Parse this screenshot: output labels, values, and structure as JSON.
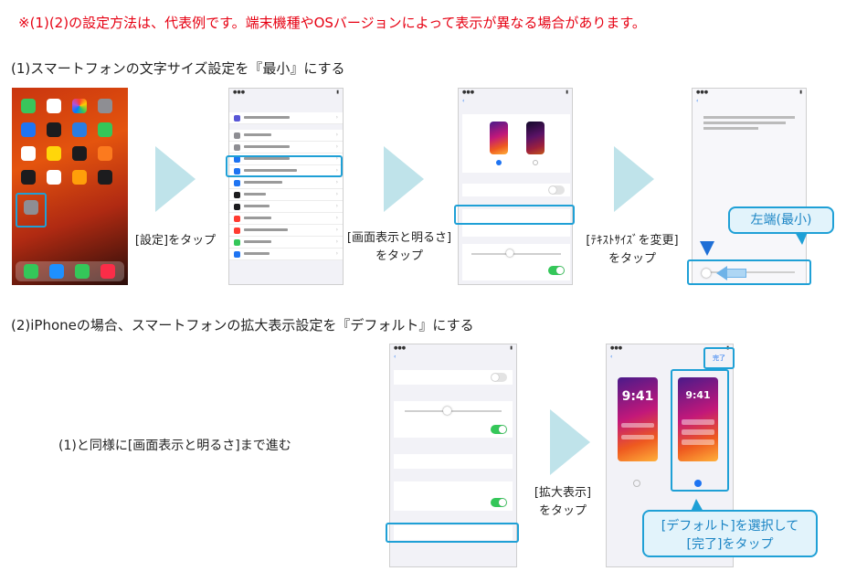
{
  "notice": "※(1)(2)の設定方法は、代表例です。端末機種やOSバージョンによって表示が異なる場合があります。",
  "section1": {
    "heading": "(1)スマートフォンの文字サイズ設定を『最小』にする",
    "step1_label": "[設定]をタップ",
    "step2_label_line1": "[画面表示と明るさ]",
    "step2_label_line2": "をタップ",
    "step3_label_line1": "[ﾃｷｽﾄｻｲｽﾞを変更]",
    "step3_label_line2": "をタップ",
    "callout": "左端(最小)"
  },
  "section2": {
    "heading": "(2)iPhoneの場合、スマートフォンの拡大表示設定を『デフォルト』にする",
    "intro": "(1)と同様に[画面表示と明るさ]まで進む",
    "step_label_line1": "[拡大表示]",
    "step_label_line2": "をタップ",
    "callout_line1": "[デフォルト]を選択して",
    "callout_line2": "[完了]をタップ",
    "thumb_time": "9:41"
  },
  "colors": {
    "notice": "#e60012",
    "highlight": "#1fa0d6",
    "callout_bg": "#e2f3fb",
    "callout_text": "#1a84c4",
    "arrow": "#bfe3ea",
    "toggle_on": "#34c759",
    "slider_arrow": "#1f6fd6"
  }
}
